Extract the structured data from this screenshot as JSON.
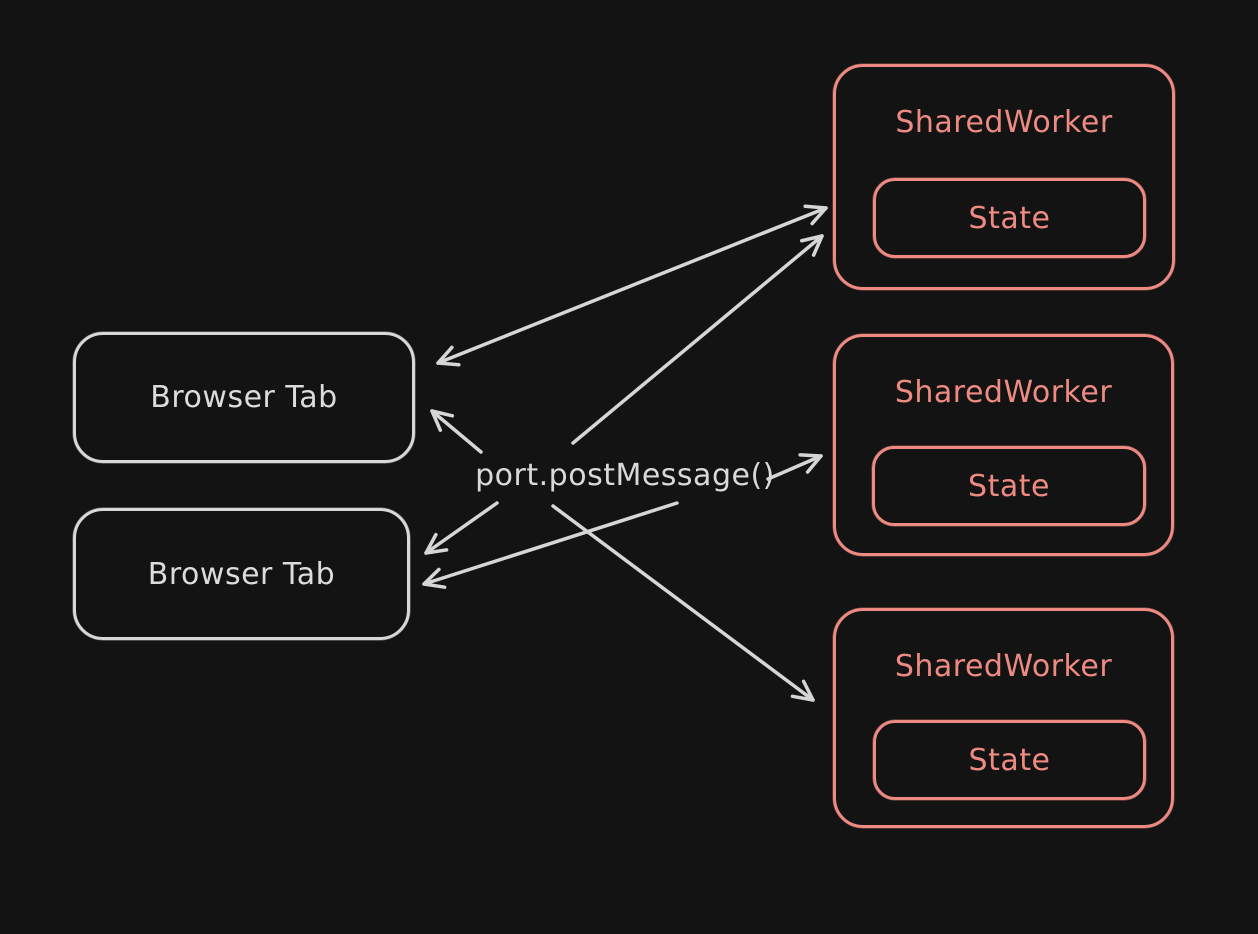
{
  "colors": {
    "background": "#131313",
    "neutral_stroke": "#d8d8d8",
    "accent_stroke": "#ed8a82"
  },
  "center_label": "port.postMessage()",
  "browser_tabs": [
    {
      "label": "Browser Tab"
    },
    {
      "label": "Browser Tab"
    }
  ],
  "shared_workers": [
    {
      "label": "SharedWorker",
      "state": "State"
    },
    {
      "label": "SharedWorker",
      "state": "State"
    },
    {
      "label": "SharedWorker",
      "state": "State"
    }
  ]
}
